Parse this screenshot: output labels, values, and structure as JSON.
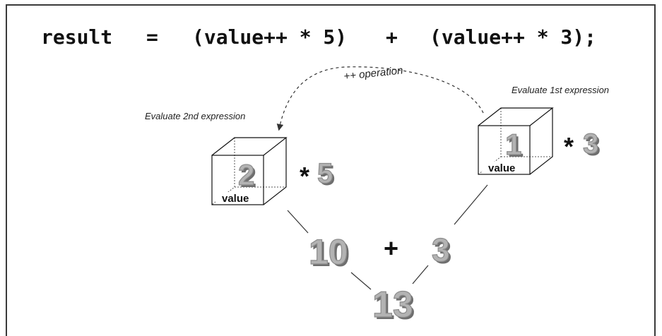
{
  "code": {
    "result": "result",
    "equals": "=",
    "expr_left": "(value++ * 5)",
    "plus": "+",
    "expr_right": "(value++ * 3);"
  },
  "annotations": {
    "operation": "++ operation",
    "eval_first": "Evaluate 1st expression",
    "eval_second": "Evaluate 2nd expression"
  },
  "boxes": {
    "left": {
      "digit": "2",
      "label": "value",
      "times": "*",
      "multiplier": "5"
    },
    "right": {
      "digit": "1",
      "label": "value",
      "times": "*",
      "multiplier": "3"
    }
  },
  "results": {
    "left_product": "10",
    "plus": "+",
    "right_product": "3",
    "total": "13"
  }
}
